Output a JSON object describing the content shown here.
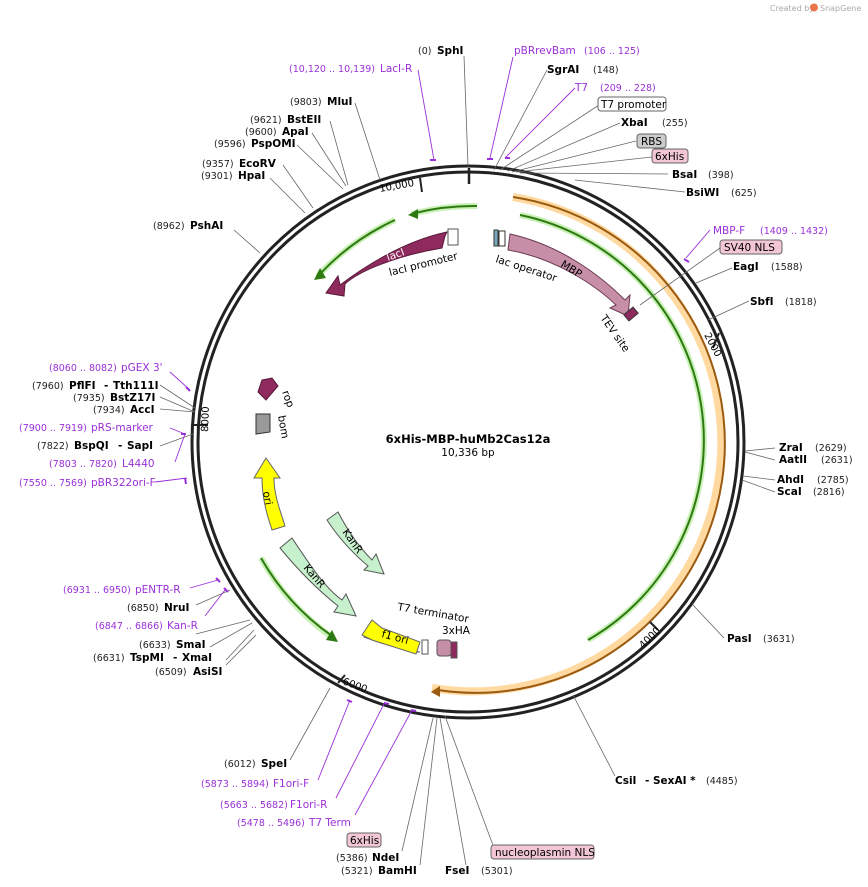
{
  "brand": {
    "text": "Created by",
    "name": "SnapGene"
  },
  "plasmid": {
    "name": "6xHis-MBP-huMb2Cas12a",
    "length": "10,336 bp"
  },
  "ticks": [
    "2000",
    "4000",
    "6000",
    "8000",
    "10,000"
  ],
  "sites": [
    {
      "pos": "(0)",
      "name": "SphI"
    },
    {
      "name": "SgrAI",
      "pos": "(148)"
    },
    {
      "name": "XbaI",
      "pos": "(255)"
    },
    {
      "name": "BsaI",
      "pos": "(398)"
    },
    {
      "name": "BsiWI",
      "pos": "(625)"
    },
    {
      "name": "EagI",
      "pos": "(1588)"
    },
    {
      "name": "SbfI",
      "pos": "(1818)"
    },
    {
      "name": "ZraI",
      "pos": "(2629)"
    },
    {
      "name": "AatII",
      "pos": "(2631)"
    },
    {
      "name": "AhdI",
      "pos": "(2785)"
    },
    {
      "name": "ScaI",
      "pos": "(2816)"
    },
    {
      "name": "PasI",
      "pos": "(3631)"
    },
    {
      "name": "CsiI",
      "sep": "-",
      "name2": "SexAI *",
      "pos": "(4485)"
    },
    {
      "name": "FseI",
      "pos": "(5301)"
    },
    {
      "pos": "(5321)",
      "name": "BamHI"
    },
    {
      "pos": "(5386)",
      "name": "NdeI"
    },
    {
      "pos": "(6012)",
      "name": "SpeI"
    },
    {
      "pos": "(6509)",
      "name": "AsiSI"
    },
    {
      "pos": "(6631)",
      "name": "TspMI",
      "sep": "-",
      "name2": "XmaI"
    },
    {
      "pos": "(6633)",
      "name": "SmaI"
    },
    {
      "pos": "(6850)",
      "name": "NruI"
    },
    {
      "pos": "(7822)",
      "name": "BspQI",
      "sep": "-",
      "name2": "SapI"
    },
    {
      "pos": "(7934)",
      "name": "AccI"
    },
    {
      "pos": "(7935)",
      "name": "BstZ17I"
    },
    {
      "pos": "(7960)",
      "name": "PflFI",
      "sep": "-",
      "name2": "Tth111I"
    },
    {
      "pos": "(8962)",
      "name": "PshAI"
    },
    {
      "pos": "(9301)",
      "name": "HpaI"
    },
    {
      "pos": "(9357)",
      "name": "EcoRV"
    },
    {
      "pos": "(9596)",
      "name": "PspOMI"
    },
    {
      "pos": "(9600)",
      "name": "ApaI"
    },
    {
      "pos": "(9621)",
      "name": "BstEII"
    },
    {
      "pos": "(9803)",
      "name": "MluI"
    }
  ],
  "primers": [
    {
      "name": "pBRrevBam",
      "range": "(106 .. 125)"
    },
    {
      "name": "T7",
      "range": "(209 .. 228)"
    },
    {
      "name": "MBP-F",
      "range": "(1409 .. 1432)"
    },
    {
      "name": "LacI-R",
      "range": "(10,120 .. 10,139)"
    },
    {
      "name": "pGEX 3'",
      "range": "(8060 .. 8082)"
    },
    {
      "name": "pRS-marker",
      "range": "(7900 .. 7919)"
    },
    {
      "name": "L4440",
      "range": "(7803 .. 7820)"
    },
    {
      "name": "pBR322ori-F",
      "range": "(7550 .. 7569)"
    },
    {
      "name": "pENTR-R",
      "range": "(6931 .. 6950)"
    },
    {
      "name": "Kan-R",
      "range": "(6847 .. 6866)"
    },
    {
      "name": "F1ori-F",
      "range": "(5873 .. 5894)"
    },
    {
      "name": "F1ori-R",
      "range": "(5663 .. 5682)"
    },
    {
      "name": "T7 Term",
      "range": "(5478 .. 5496)"
    }
  ],
  "tags": [
    "T7 promoter",
    "RBS",
    "6xHis",
    "SV40 NLS",
    "6xHis",
    "nucleoplasmin NLS"
  ],
  "features": [
    "lacI",
    "lacI promoter",
    "lac operator",
    "MBP",
    "TEV site",
    "rop",
    "bom",
    "ori",
    "KanR",
    "KanR",
    "f1 ori",
    "T7 terminator",
    "3xHA"
  ],
  "colors": {
    "primer": "#9b30d9",
    "lacI": "#8e2a5e",
    "MBP": "#c78fa7",
    "KanR": "#c7f0cc",
    "ori": "#ffff00",
    "green_arrow": "#3aa020",
    "orange_arc": "#ffd9a0",
    "tag_pink": "#f2c6d6",
    "tag_gray": "#cccccc"
  }
}
